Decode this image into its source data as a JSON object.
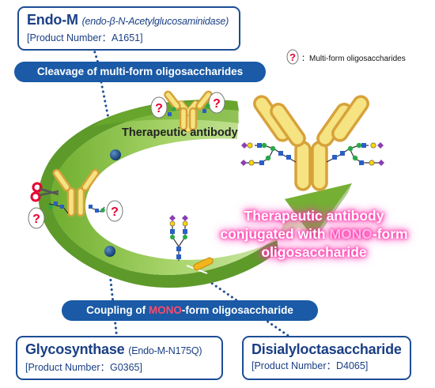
{
  "endo_m": {
    "name": "Endo-M",
    "full_name": "(endo-β-N-Acetylglucosaminidase)",
    "product_number": "[Product Number：A1651]"
  },
  "glycosynthase": {
    "name": "Glycosynthase",
    "variant": "(Endo-M-N175Q)",
    "product_number": "[Product Number：G0365]"
  },
  "disialyl": {
    "name": "Disialyloctasaccharide",
    "product_number": "[Product Number：D4065]"
  },
  "banners": {
    "cleavage": "Cleavage of multi-form oligosaccharides",
    "coupling_prefix": "Coupling of ",
    "coupling_highlight": "MONO",
    "coupling_suffix": "-form oligosaccharide"
  },
  "legend": {
    "symbol": "?",
    "text": "：Multi-form oligosaccharides"
  },
  "therapeutic_label": "Therapeutic antibody",
  "result_label": {
    "line1": "Therapeutic antibody",
    "line2_prefix": "conjugated with ",
    "line2_highlight": "MONO",
    "line2_suffix": "-form",
    "line3": "oligosaccharide"
  },
  "colors": {
    "brand_blue": "#1d4d96",
    "banner_blue": "#1a5aa6",
    "arrow_green": "#8cc63f",
    "antibody_yellow": "#f3e27a",
    "antibody_outline": "#d7a23a",
    "question_red": "#e60033",
    "glow_pink": "#ff2fa8"
  },
  "icons": [
    "scissors-icon",
    "question-mark-icon",
    "enzyme-ball-icon",
    "pipette-icon",
    "oligosaccharide-chain-icon",
    "antibody-icon"
  ]
}
